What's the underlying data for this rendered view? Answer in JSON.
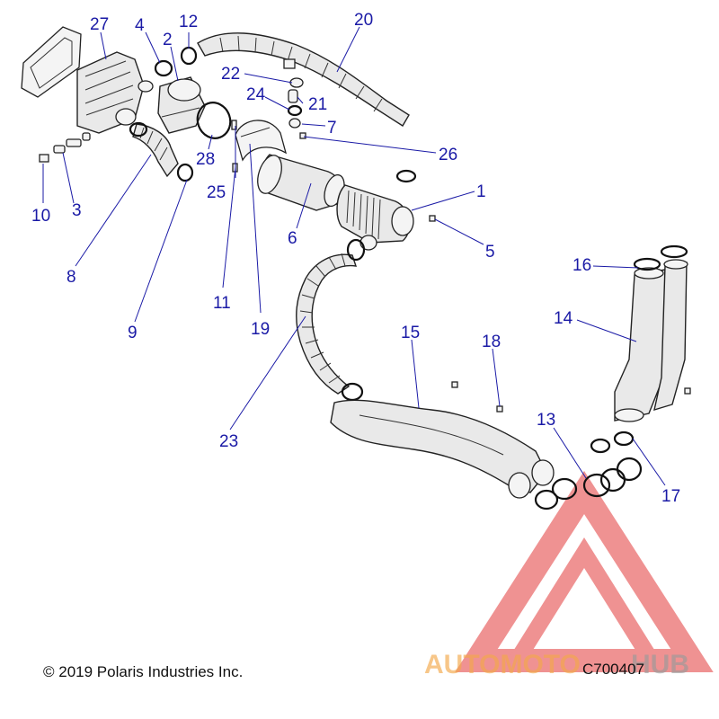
{
  "callouts": {
    "c1": "1",
    "c2": "2",
    "c3": "3",
    "c4": "4",
    "c5": "5",
    "c6": "6",
    "c7": "7",
    "c8": "8",
    "c9": "9",
    "c10": "10",
    "c11": "11",
    "c12": "12",
    "c13": "13",
    "c14": "14",
    "c15": "15",
    "c16": "16",
    "c17": "17",
    "c18": "18",
    "c19": "19",
    "c20": "20",
    "c21": "21",
    "c22": "22",
    "c23": "23",
    "c24": "24",
    "c25": "25",
    "c26": "26",
    "c27": "27",
    "c28": "28"
  },
  "footer": {
    "copyright": "© 2019 Polaris Industries Inc.",
    "figure_code": "C700407"
  },
  "watermark": {
    "brand_left": "AUTOMOTO",
    "brand_right": "HUB",
    "colors": {
      "triangle": "#e23a3a",
      "text_left": "#f3a84a",
      "text_right": "#9a9a9a"
    }
  },
  "colors": {
    "callout": "#1a1aa6",
    "line_art": "#222222"
  }
}
